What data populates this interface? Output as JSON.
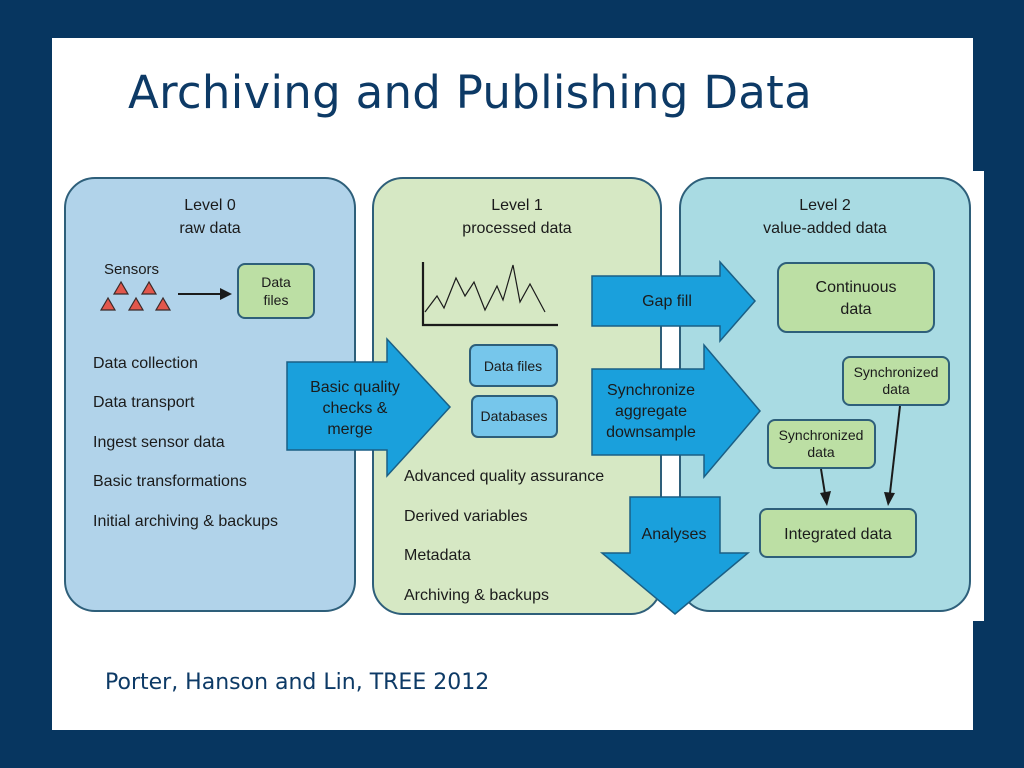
{
  "slide": {
    "title": "Archiving and Publishing Data",
    "citation": "Porter,  Hanson and Lin, TREE 2012"
  },
  "colors": {
    "background": "#073660",
    "title_text": "#0d3a66",
    "level0_fill": "#b1d3ea",
    "level1_fill": "#d6e8c4",
    "level2_fill": "#a9dbe3",
    "panel_border": "#2e5f7a",
    "arrow_fill": "#1aa0dc",
    "green_box": "#bcdfa4",
    "blue_box": "#76c6eb",
    "sensor_red": "#e2574c"
  },
  "diagram": {
    "level0": {
      "title": "Level 0",
      "subtitle": "raw data",
      "sensors_label": "Sensors",
      "data_files_label": [
        "Data",
        "files"
      ],
      "items": [
        "Data collection",
        "Data transport",
        "Ingest sensor data",
        "Basic transformations",
        "Initial archiving & backups"
      ]
    },
    "level1": {
      "title": "Level 1",
      "subtitle": "processed data",
      "data_files": "Data files",
      "databases": "Databases",
      "items": [
        "Advanced quality assurance",
        "Derived variables",
        "Metadata",
        "Archiving & backups"
      ]
    },
    "level2": {
      "title": "Level 2",
      "subtitle": "value-added data",
      "continuous_data": [
        "Continuous",
        "data"
      ],
      "synchronized_data_right": [
        "Synchronized",
        "data"
      ],
      "synchronized_data_left": [
        "Synchronized",
        "data"
      ],
      "integrated_data": "Integrated data"
    },
    "arrows": {
      "basic_quality": [
        "Basic quality",
        "checks &",
        "merge"
      ],
      "gap_fill": "Gap fill",
      "synchronize": [
        "Synchronize",
        "aggregate",
        "downsample"
      ],
      "analyses": "Analyses"
    }
  }
}
